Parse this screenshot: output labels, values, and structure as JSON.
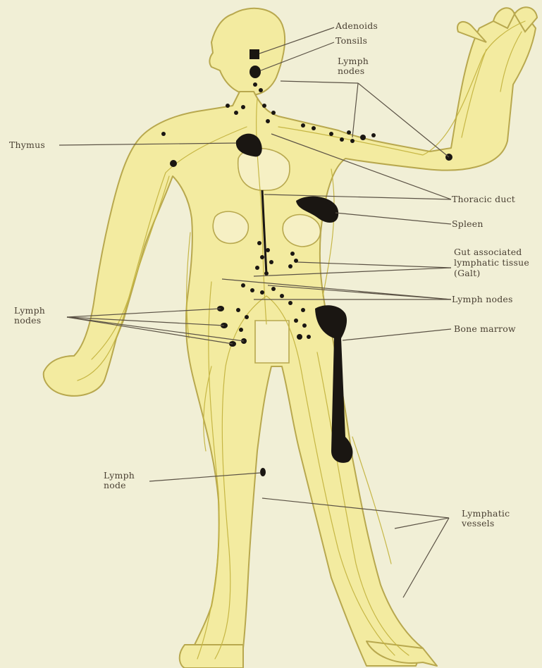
{
  "diagram": {
    "labels": {
      "adenoids": "Adenoids",
      "tonsils": "Tonsils",
      "lymph_nodes_head_1": "Lymph",
      "lymph_nodes_head_2": "nodes",
      "thymus": "Thymus",
      "thoracic_duct": "Thoracic duct",
      "spleen": "Spleen",
      "galt_1": "Gut associated",
      "galt_2": "lymphatic tissue",
      "galt_3": "(Galt)",
      "lymph_nodes_abdomen": "Lymph nodes",
      "lymph_nodes_groin_1": "Lymph",
      "lymph_nodes_groin_2": "nodes",
      "bone_marrow": "Bone marrow",
      "lymph_node_leg_1": "Lymph",
      "lymph_node_leg_2": "node",
      "lymphatic_vessels_1": "Lymphatic",
      "lymphatic_vessels_2": "vessels"
    },
    "colors": {
      "background": "#f1efd6",
      "body_fill": "#f3eba0",
      "body_outline": "#b8a84e",
      "vessels": "#c4b440",
      "organs": "#1a1612",
      "organ_outline_fill": "#f6f0c4",
      "leader_lines": "#5b5245"
    }
  }
}
